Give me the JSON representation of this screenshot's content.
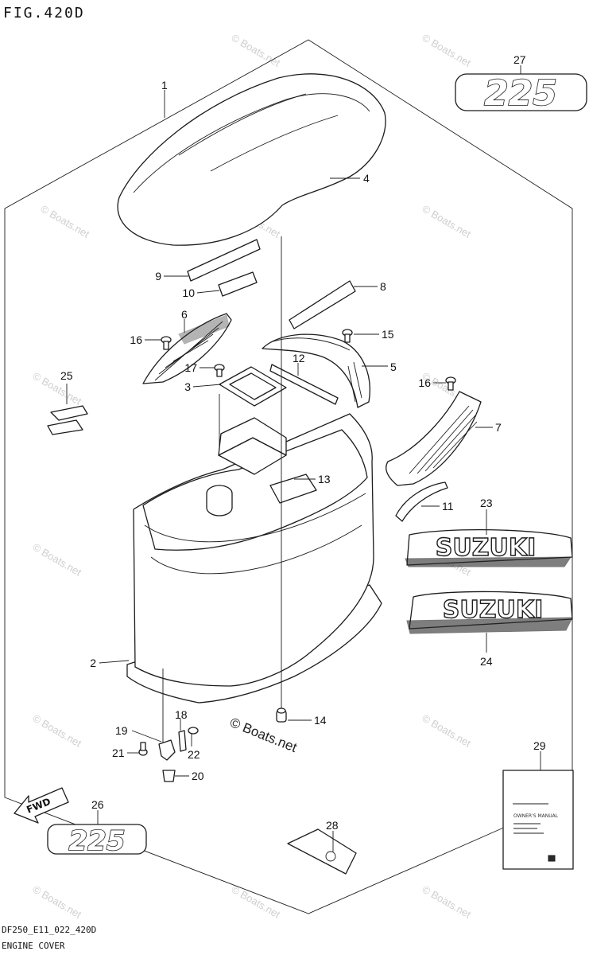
{
  "header": {
    "fig_title": "FIG.420D"
  },
  "footer": {
    "model_code": "DF250_E11_022_420D",
    "section_name": "ENGINE COVER"
  },
  "watermark": {
    "text": "© Boats.net"
  },
  "labels": {
    "badge_225": "225",
    "brand": "SUZUKI",
    "fwd": "FWD",
    "manual_title": "OWNER'S MANUAL"
  },
  "callouts": {
    "p1": "1",
    "p2": "2",
    "p3": "3",
    "p4": "4",
    "p5": "5",
    "p6": "6",
    "p7": "7",
    "p8": "8",
    "p9": "9",
    "p10": "10",
    "p11": "11",
    "p12": "12",
    "p13": "13",
    "p14": "14",
    "p15": "15",
    "p16a": "16",
    "p16b": "16",
    "p17": "17",
    "p18": "18",
    "p19": "19",
    "p20": "20",
    "p21": "21",
    "p22": "22",
    "p23": "23",
    "p24": "24",
    "p25": "25",
    "p26": "26",
    "p27": "27",
    "p28": "28",
    "p29": "29"
  }
}
